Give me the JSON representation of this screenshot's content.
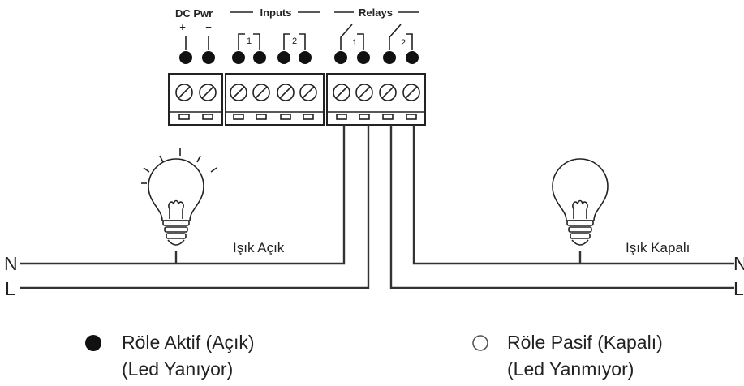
{
  "terminal_headers": {
    "dc_pwr": "DC Pwr",
    "plus": "+",
    "minus": "−",
    "inputs": "Inputs",
    "relays": "Relays",
    "input_1": "1",
    "input_2": "2",
    "relay_1": "1",
    "relay_2": "2"
  },
  "line_labels": {
    "neutral_left": "N",
    "live_left": "L",
    "neutral_right": "N",
    "live_right": "L"
  },
  "lamps": {
    "left_label": "Işık Açık",
    "left_state": "on",
    "right_label": "Işık Kapalı",
    "right_state": "off"
  },
  "legend": {
    "active_line1": "Röle Aktif (Açık)",
    "active_line2": "(Led Yanıyor)",
    "passive_line1": "Röle Pasif (Kapalı)",
    "passive_line2": "(Led Yanmıyor)"
  },
  "colors": {
    "line": "#222222",
    "wire": "#333333",
    "background": "#ffffff"
  }
}
